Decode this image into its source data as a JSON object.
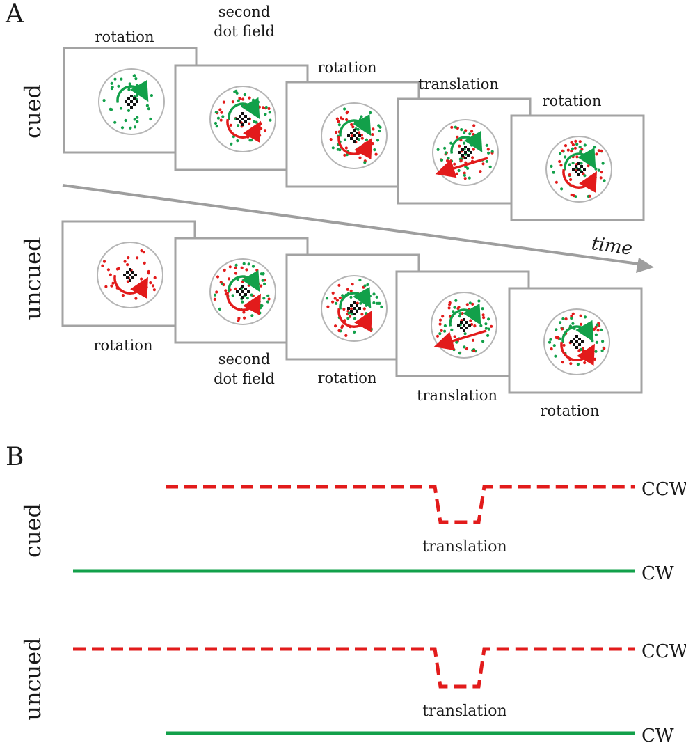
{
  "panel_a": {
    "letter": "A",
    "row_labels": {
      "cued": "cued",
      "uncued": "uncued"
    },
    "time_label": "time",
    "cued_frames": [
      {
        "lines": [
          "rotation"
        ],
        "dots": "green",
        "arrows": [
          "cw-green"
        ]
      },
      {
        "lines": [
          "second",
          "dot field"
        ],
        "dots": "mixed",
        "arrows": [
          "cw-green",
          "ccw-red"
        ]
      },
      {
        "lines": [
          "rotation"
        ],
        "dots": "mixed",
        "arrows": [
          "cw-green",
          "ccw-red"
        ]
      },
      {
        "lines": [
          "translation"
        ],
        "dots": "mixed",
        "arrows": [
          "cw-green",
          "translate-red"
        ]
      },
      {
        "lines": [
          "rotation"
        ],
        "dots": "mixed",
        "arrows": [
          "cw-green",
          "ccw-red"
        ]
      }
    ],
    "uncued_frames": [
      {
        "lines": [
          "rotation"
        ],
        "dots": "red",
        "arrows": [
          "ccw-red"
        ]
      },
      {
        "lines": [
          "second",
          "dot field"
        ],
        "dots": "mixed",
        "arrows": [
          "cw-green",
          "ccw-red"
        ]
      },
      {
        "lines": [
          "rotation"
        ],
        "dots": "mixed",
        "arrows": [
          "cw-green",
          "ccw-red"
        ]
      },
      {
        "lines": [
          "translation"
        ],
        "dots": "mixed",
        "arrows": [
          "cw-green",
          "translate-red"
        ]
      },
      {
        "lines": [
          "rotation"
        ],
        "dots": "mixed",
        "arrows": [
          "cw-green",
          "ccw-red"
        ]
      }
    ]
  },
  "panel_b": {
    "letter": "B",
    "rows": [
      {
        "label": "cued",
        "ccw_label": "CCW",
        "cw_label": "CW",
        "dip_label": "translation",
        "red_starts_late": true,
        "green_starts_late": false
      },
      {
        "label": "uncued",
        "ccw_label": "CCW",
        "cw_label": "CW",
        "dip_label": "translation",
        "red_starts_late": false,
        "green_starts_late": true
      }
    ]
  },
  "colors": {
    "green": "#12a04a",
    "red": "#e21b1b",
    "frame": "#a3a3a3",
    "circle": "#b5b5b5",
    "arrow_time": "#9e9e9e"
  }
}
